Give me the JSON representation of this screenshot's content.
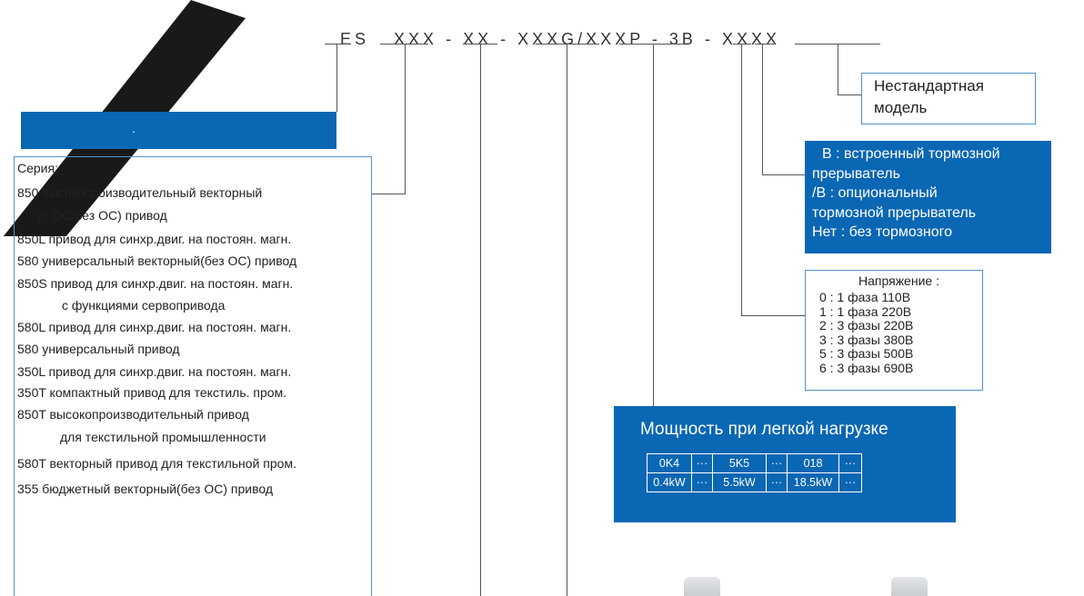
{
  "model_code": {
    "parts": [
      "ES",
      "XXX",
      "-",
      "XX",
      "-",
      "XXXG/XXXP",
      "-",
      "3B",
      "-",
      "XXXX"
    ]
  },
  "header_bar": {
    "label": "."
  },
  "series": {
    "lines": [
      "Серия:",
      "850 высокопроизводительный векторный",
      "(с ОС/без ОС) привод",
      "850L  привод для синхр.двиг. на постоян. магн.",
      "580 универсальный векторный(без ОС) привод",
      "850S  привод для синхр.двиг. на постоян. магн.",
      "с функциями сервопривода",
      "580L  привод для синхр.двиг. на постоян. магн.",
      "580  универсальный привод",
      "350L привод для синхр.двиг. на постоян. магн.",
      "350T компактный привод для текстиль. пром.",
      "850T высокопроизводительный привод",
      "для текстильной промышленности",
      "580T векторный привод для текстильной пром.",
      "355 бюджетный векторный(без ОС) привод"
    ]
  },
  "nonstandard": {
    "line1": "Нестандартная",
    "line2": "модель"
  },
  "brake": {
    "lines": [
      "B : встроенный тормозной",
      "прерыватель",
      "/B : опциональный",
      "тормозной прерыватель",
      "Нет : без тормозного"
    ]
  },
  "voltage": {
    "title": "Напряжение :",
    "items": [
      "0 : 1 фаза 110В",
      "1 : 1 фаза 220В",
      "2 : 3 фазы 220В",
      "3 : 3 фазы 380В",
      "5 : 3 фазы 500В",
      "6 : 3 фазы 690В"
    ]
  },
  "power": {
    "title": "Мощность при легкой нагрузке",
    "row1": [
      "0K4",
      "···",
      "5K5",
      "···",
      "018",
      "···"
    ],
    "row2": [
      "0.4kW",
      "···",
      "5.5kW",
      "···",
      "18.5kW",
      "···"
    ]
  },
  "colors": {
    "accent_blue": "#0a67b4",
    "box_border": "#4f94cf"
  }
}
